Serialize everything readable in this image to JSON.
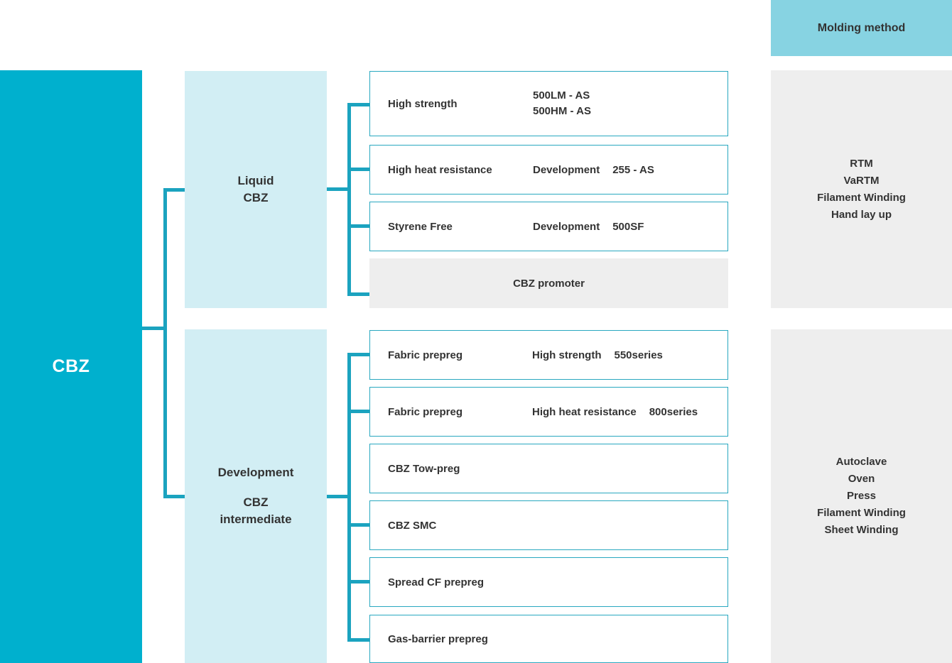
{
  "root": {
    "label": "CBZ",
    "color": "#00b0ce"
  },
  "colors": {
    "root_block": "#00b0ce",
    "category_block": "#d2eef4",
    "connector": "#1ba3bf",
    "box_border": "#29a8c0",
    "grey_panel": "#eeeeee",
    "molding_header": "#87d3e2",
    "text": "#333333"
  },
  "categories": [
    {
      "name": "liquid-cbz",
      "line1": "Liquid",
      "line2": "CBZ",
      "items": [
        {
          "name": "High strength",
          "mid": "",
          "codes": [
            "500LM - AS",
            "500HM - AS"
          ],
          "style": "box"
        },
        {
          "name": "High heat resistance",
          "mid": "Development",
          "codes": [
            "255 - AS"
          ],
          "style": "box"
        },
        {
          "name": "Styrene Free",
          "mid": "Development",
          "codes": [
            "500SF"
          ],
          "style": "box"
        },
        {
          "name": "CBZ promoter",
          "mid": "",
          "codes": [],
          "style": "grey"
        }
      ]
    },
    {
      "name": "cbz-intermediate",
      "line1": "Development",
      "line2": "CBZ",
      "line3": "intermediate",
      "items": [
        {
          "name": "Fabric prepreg",
          "mid": "High strength",
          "codes": [
            "550series"
          ],
          "style": "box"
        },
        {
          "name": "Fabric prepreg",
          "mid": "High heat resistance",
          "codes": [
            "800series"
          ],
          "style": "box"
        },
        {
          "name": "CBZ Tow-preg",
          "mid": "",
          "codes": [],
          "style": "box"
        },
        {
          "name": "CBZ SMC",
          "mid": "",
          "codes": [],
          "style": "box"
        },
        {
          "name": "Spread CF prepreg",
          "mid": "",
          "codes": [],
          "style": "box"
        },
        {
          "name": "Gas-barrier prepreg",
          "mid": "",
          "codes": [],
          "style": "box"
        }
      ]
    }
  ],
  "molding": {
    "header": "Molding method",
    "groups": [
      {
        "name": "liquid-cbz-methods",
        "methods": [
          "RTM",
          "VaRTM",
          "Filament Winding",
          "Hand lay up"
        ]
      },
      {
        "name": "intermediate-methods",
        "methods": [
          "Autoclave",
          "Oven",
          "Press",
          "Filament Winding",
          "Sheet Winding"
        ]
      }
    ]
  }
}
